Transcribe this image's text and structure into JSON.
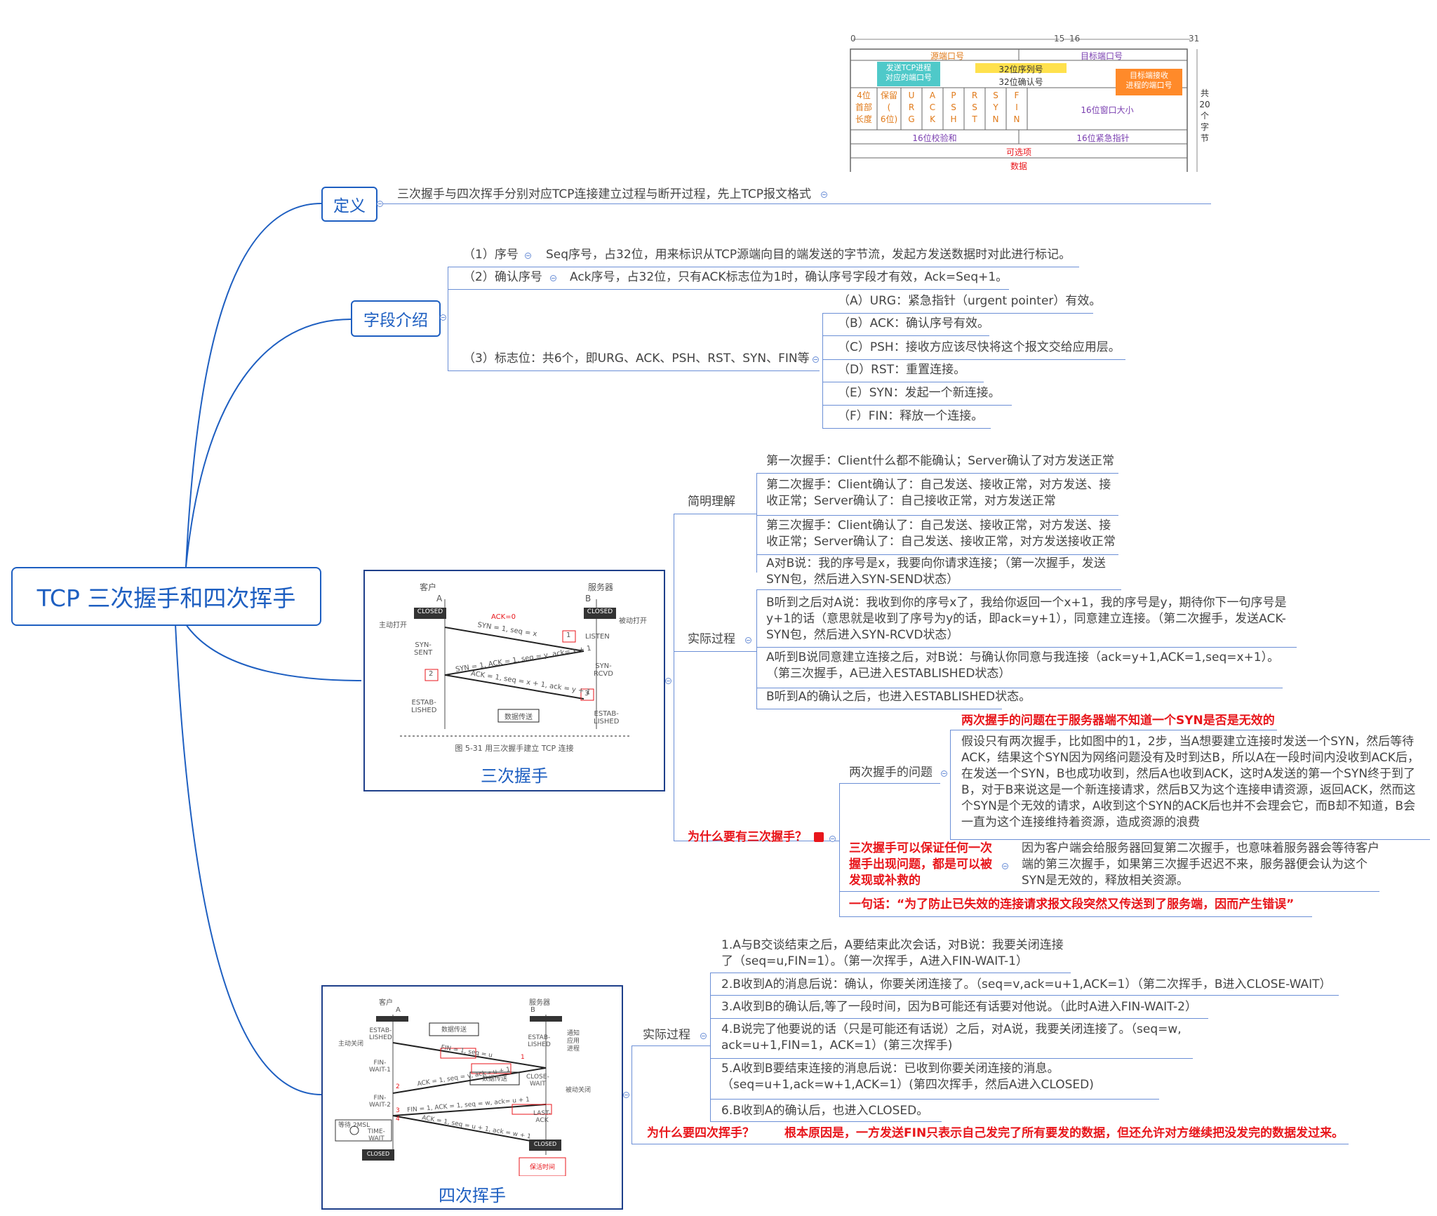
{
  "root": {
    "title": "TCP 三次握手和四次挥手"
  },
  "definition": {
    "label": "定义",
    "text": "三次握手与四次挥手分别对应TCP连接建立过程与断开过程，先上TCP报文格式"
  },
  "tcp_header": {
    "bit_0": "0",
    "bit_15": "15",
    "bit_16": "16",
    "bit_31": "31",
    "src_port": "源端口号",
    "dst_port": "目标端口号",
    "seq": "32位序列号",
    "ack": "32位确认号",
    "note_left": "发送TCP进程\n对应的端口号",
    "note_right": "目标端接收\n进程的端口号",
    "header_len": "4位\n首部\n长度",
    "reserved": "保留\n(\n6位)",
    "flags": [
      "U\nR\nG",
      "A\nC\nK",
      "P\nS\nH",
      "R\nS\nT",
      "S\nY\nN",
      "F\nI\nN"
    ],
    "window": "16位窗口大小",
    "checksum": "16位校验和",
    "urgent": "16位紧急指针",
    "options": "可选项",
    "data": "数据",
    "total": "共\n20\n个\n字\n节"
  },
  "fields": {
    "label": "字段介绍",
    "seq_label": "（1）序号",
    "seq_text": "Seq序号，占32位，用来标识从TCP源端向目的端发送的字节流，发起方发送数据时对此进行标记。",
    "ack_label": "（2）确认序号",
    "ack_text": "Ack序号，占32位，只有ACK标志位为1时，确认序号字段才有效，Ack=Seq+1。",
    "flags_label": "（3）标志位：共6个，即URG、ACK、PSH、RST、SYN、FIN等",
    "flags": [
      "（A）URG：紧急指针（urgent pointer）有效。",
      "（B）ACK：确认序号有效。",
      "（C）PSH：接收方应该尽快将这个报文交给应用层。",
      "（D）RST：重置连接。",
      "（E）SYN：发起一个新连接。",
      "（F）FIN：释放一个连接。"
    ]
  },
  "three_way": {
    "caption": "三次握手",
    "fig": {
      "client": "客户",
      "server": "服务器",
      "a": "A",
      "b": "B",
      "closed": "CLOSED",
      "active_open": "主动打开",
      "passive_open": "被动打开",
      "listen": "LISTEN",
      "syn_sent": "SYN-\nSENT",
      "syn_rcvd": "SYN-\nRCVD",
      "estab": "ESTAB-\nLISHED",
      "ack0": "ACK=0",
      "m1": "SYN = 1, seq = x",
      "m2": "SYN = 1, ACK = 1, seq = y, ack= x + 1",
      "m3": "ACK = 1, seq = x + 1, ack = y + 1",
      "data": "数据传送",
      "n1": "1",
      "n2": "2",
      "n3": "3",
      "fig_caption": "图 5-31    用三次握手建立 TCP 连接"
    },
    "simple_label": "简明理解",
    "simple": [
      "第一次握手：Client什么都不能确认；Server确认了对方发送正常",
      "第二次握手：Client确认了：自己发送、接收正常，对方发送、接收正常；Server确认了：自己接收正常，对方发送正常",
      "第三次握手：Client确认了：自己发送、接收正常，对方发送、接收正常；Server确认了：自己发送、接收正常，对方发送接收正常"
    ],
    "process_label": "实际过程",
    "process": [
      "A对B说：我的序号是x，我要向你请求连接；（第一次握手，发送SYN包，然后进入SYN-SEND状态）",
      "B听到之后对A说：我收到你的序号x了，我给你返回一个x+1，我的序号是y，期待你下一句序号是y+1的话（意思就是收到了序号为y的话，即ack=y+1），同意建立连接。（第二次握手，发送ACK-SYN包，然后进入SYN-RCVD状态）",
      "A听到B说同意建立连接之后，对B说：与确认你同意与我连接（ack=y+1,ACK=1,seq=x+1）。（第三次握手，A已进入ESTABLISHED状态）",
      "B听到A的确认之后，也进入ESTABLISHED状态。"
    ],
    "why_label": "为什么要有三次握手？",
    "two_problem_label": "两次握手的问题",
    "two_problem_title": "两次握手的问题在于服务器端不知道一个SYN是否是无效的",
    "two_problem_text": "假设只有两次握手，比如图中的1，2步，当A想要建立连接时发送一个SYN，然后等待ACK，结果这个SYN因为网络问题没有及时到达B，所以A在一段时间内没收到ACK后，在发送一个SYN，B也成功收到，然后A也收到ACK，这时A发送的第一个SYN终于到了B，对于B来说这是一个新连接请求，然后B又为这个连接申请资源，返回ACK，然而这个SYN是个无效的请求，A收到这个SYN的ACK后也并不会理会它，而B却不知道，B会一直为这个连接维持着资源，造成资源的浪费",
    "three_label": "三次握手可以保证任何一次握手出现问题，都是可以被发现或补救的",
    "three_text": "因为客户端会给服务器回复第二次握手，也意味着服务器会等待客户端的第三次握手，如果第三次握手迟迟不来，服务器便会认为这个SYN是无效的，释放相关资源。",
    "one_sentence": "一句话：“为了防止已失效的连接请求报文段突然又传送到了服务端，因而产生错误”"
  },
  "four_way": {
    "caption": "四次挥手",
    "fig": {
      "client": "客户",
      "server": "服务器",
      "a": "A",
      "b": "B",
      "estab_a": "ESTAB-\nLISHED",
      "estab_b": "ESTAB-\nLISHED",
      "active_close": "主动关闭",
      "passive_close": "被动关闭",
      "notify": "通知\n应用\n进程",
      "fin_wait1": "FIN-\nWAIT-1",
      "fin_wait2": "FIN-\nWAIT-2",
      "close_wait": "CLOSE-\nWAIT",
      "last_ack": "LAST-\nACK",
      "time_wait": "TIME-\nWAIT",
      "wait_2msl": "等待 2MSL",
      "closed": "CLOSED",
      "data": "数据传送",
      "m1": "FIN = 1, seq = u",
      "m2": "ACK = 1, seq = v, ack= u + 1",
      "m3": "FIN = 1, ACK = 1, seq = w, ack= u + 1",
      "m4": "ACK = 1, seq = u + 1, ack = w + 1",
      "keep_time": "保活时间",
      "n1": "1",
      "n2": "2",
      "n3": "3",
      "n4": "4"
    },
    "process_label": "实际过程",
    "process": [
      "1.A与B交谈结束之后，A要结束此次会话，对B说：我要关闭连接了（seq=u,FIN=1）。（第一次挥手，A进入FIN-WAIT-1）",
      "2.B收到A的消息后说：确认，你要关闭连接了。（seq=v,ack=u+1,ACK=1）（第二次挥手，B进入CLOSE-WAIT）",
      "3.A收到B的确认后,等了一段时间，因为B可能还有话要对他说。（此时A进入FIN-WAIT-2）",
      "4.B说完了他要说的话（只是可能还有话说）之后，对A说，我要关闭连接了。（seq=w, ack=u+1,FIN=1，ACK=1）(第三次挥手)",
      "5.A收到B要结束连接的消息后说：已收到你要关闭连接的消息。（seq=u+1,ack=w+1,ACK=1）(第四次挥手，然后A进入CLOSED)",
      "6.B收到A的确认后，也进入CLOSED。"
    ],
    "why_label": "为什么要四次挥手？",
    "why_text": "根本原因是，一方发送FIN只表示自己发完了所有要发的数据，但还允许对方继续把没发完的数据发过来。"
  },
  "colors": {
    "accent": "#1e5fc1",
    "line": "#6b8fd6",
    "red": "#e8161b"
  }
}
